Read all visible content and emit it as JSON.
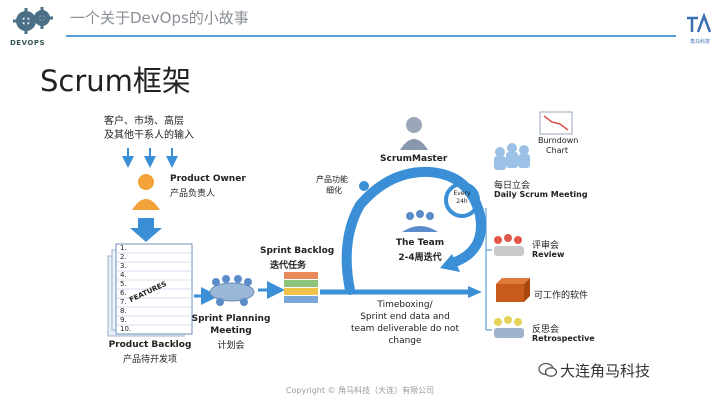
{
  "header": {
    "title": "一个关于DevOps的小故事",
    "logo_text": "DEVOPS",
    "brand_small": "角马科技"
  },
  "slide": {
    "title": "Scrum框架"
  },
  "diagram": {
    "inputs_label_1": "客户、市场、高层",
    "inputs_label_2": "及其他干系人的输入",
    "product_owner_en": "Product Owner",
    "product_owner_zh": "产品负责人",
    "backlog_items": [
      "1.",
      "2.",
      "3.",
      "4.",
      "5.",
      "6.",
      "7.",
      "8.",
      "9.",
      "10."
    ],
    "features_label": "FEATURES",
    "product_backlog_en": "Product  Backlog",
    "product_backlog_zh": "产品待开发项",
    "sprint_planning_en_1": "Sprint Planning",
    "sprint_planning_en_2": "Meeting",
    "sprint_planning_zh": "计划会",
    "sprint_backlog_en": "Sprint Backlog",
    "sprint_backlog_zh": "迭代任务",
    "scrum_master": "ScrumMaster",
    "product_function_1": "产品功能",
    "product_function_2": "细化",
    "every_1": "Every",
    "every_2": "24h",
    "team_en": "The Team",
    "team_zh": "2-4周迭代",
    "timeboxing_1": "Timeboxing/",
    "timeboxing_2": "Sprint end data and",
    "timeboxing_3": "team deliverable do not",
    "timeboxing_4": "change",
    "burndown_1": "Burndown",
    "burndown_2": "Chart",
    "daily_zh": "每日立会",
    "daily_en": "Daily Scrum Meeting",
    "review_zh": "评审会",
    "review_en": "Review",
    "working_software_zh": "可工作的软件",
    "retro_zh": "反思会",
    "retro_en": "Retrospective"
  },
  "footer": {
    "copyright": "Copyright © 角马科技（大连）有限公司",
    "watermark": "大连角马科技"
  },
  "colors": {
    "accent_blue": "#3b8fd6",
    "header_line": "#5a9fd4",
    "person_orange": "#f3a23a"
  }
}
